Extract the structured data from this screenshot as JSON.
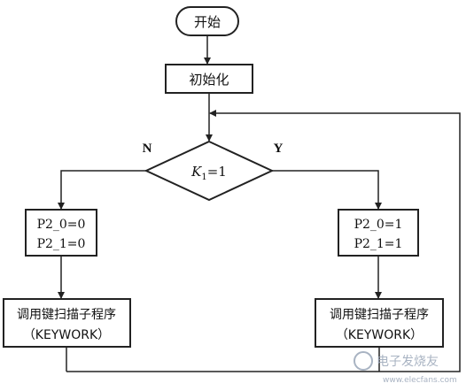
{
  "flowchart": {
    "start": "开始",
    "init": "初始化",
    "decision": {
      "var": "K",
      "sub": "1",
      "rest": "=1"
    },
    "no_label": "N",
    "yes_label": "Y",
    "left_box": {
      "line1": "P2_0=0",
      "line2": "P2_1=0"
    },
    "right_box": {
      "line1": "P2_0=1",
      "line2": "P2_1=1"
    },
    "left_call": {
      "line1": "调用键扫描子程序",
      "line2": "（KEYWORK）"
    },
    "right_call": {
      "line1": "调用键扫描子程序",
      "line2": "（KEYWORK）"
    }
  },
  "watermark": {
    "text": "电子发烧友",
    "domain": "www.elecfans.com"
  }
}
